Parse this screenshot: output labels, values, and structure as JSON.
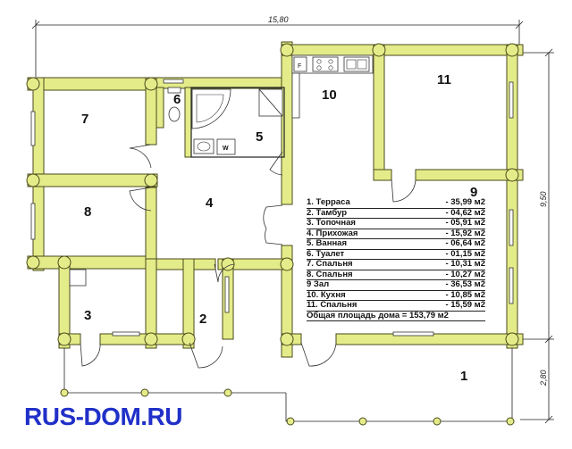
{
  "dimensions": {
    "width_total": "15,80",
    "height_main": "9,50",
    "height_terrace": "2,80"
  },
  "rooms": [
    {
      "num": "1"
    },
    {
      "num": "2"
    },
    {
      "num": "3"
    },
    {
      "num": "4"
    },
    {
      "num": "5"
    },
    {
      "num": "6"
    },
    {
      "num": "7"
    },
    {
      "num": "8"
    },
    {
      "num": "9"
    },
    {
      "num": "10"
    },
    {
      "num": "11"
    }
  ],
  "legend": {
    "items": [
      {
        "label": "1. Терраса",
        "area": "- 35,99 м2"
      },
      {
        "label": "2. Тамбур",
        "area": "- 04,62 м2"
      },
      {
        "label": "3. Топочная",
        "area": "- 05,91 м2"
      },
      {
        "label": "4. Прихожая",
        "area": "- 15,92 м2"
      },
      {
        "label": "5. Ванная",
        "area": "- 06,64 м2"
      },
      {
        "label": "6. Туалет",
        "area": "- 01,15 м2"
      },
      {
        "label": "7. Спальня",
        "area": "- 10,31 м2"
      },
      {
        "label": "8. Спальня",
        "area": "- 10,27 м2"
      },
      {
        "label": "9  Зал",
        "area": "- 36,53 м2"
      },
      {
        "label": "10. Кухня",
        "area": "- 10,85 м2"
      },
      {
        "label": "11. Спальня",
        "area": "- 15,59 м2"
      }
    ],
    "total": "Общая площадь дома  = 153,79 м2"
  },
  "fixtures": {
    "stove_left": "F",
    "washer": "W"
  },
  "brand": "RUS-DOM.RU",
  "colors": {
    "wall": "#e4ec8a",
    "brand": "#2030c8"
  }
}
